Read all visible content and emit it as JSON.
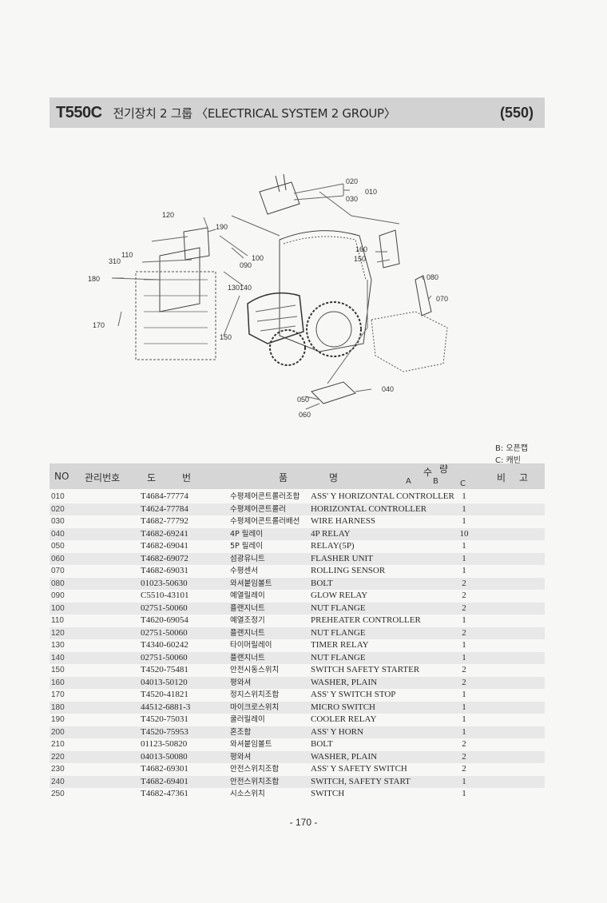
{
  "header": {
    "model": "T550C",
    "title": "전기장치 2 그룹  〈ELECTRICAL SYSTEM 2 GROUP〉",
    "page_code": "(550)"
  },
  "diagram": {
    "callouts": [
      "020",
      "010",
      "030",
      "120",
      "190",
      "110",
      "100",
      "310",
      "090",
      "180",
      "130",
      "140",
      "160",
      "150",
      "080",
      "070",
      "170",
      "150",
      "040",
      "050",
      "060"
    ]
  },
  "legend": {
    "b": "B: 오픈캡",
    "c": "C: 캐빈"
  },
  "table": {
    "headers": {
      "no": "NO",
      "mgmt": "관리번호",
      "do": "도",
      "beon": "번",
      "pum": "품",
      "myeong": "명",
      "su": "수",
      "ryang": "량",
      "a": "A",
      "b": "B",
      "c": "C",
      "bi": "비",
      "go": "고"
    },
    "rows": [
      {
        "no": "010",
        "pn": "T4684-77774",
        "ko": "수평제어콘트롤러조합",
        "en": "ASS' Y HORIZONTAL CONTROLLER",
        "qty": "1"
      },
      {
        "no": "020",
        "pn": "T4624-77784",
        "ko": "수평제어콘트롤러",
        "en": "HORIZONTAL CONTROLLER",
        "qty": "1"
      },
      {
        "no": "030",
        "pn": "T4682-77792",
        "ko": "수평제어콘트롤러배선",
        "en": "WIRE HARNESS",
        "qty": "1"
      },
      {
        "no": "040",
        "pn": "T4682-69241",
        "ko": "4P 릴레이",
        "en": "4P RELAY",
        "qty": "10"
      },
      {
        "no": "050",
        "pn": "T4682-69041",
        "ko": "5P 릴레이",
        "en": "RELAY(5P)",
        "qty": "1"
      },
      {
        "no": "060",
        "pn": "T4682-69072",
        "ko": "섬광유니트",
        "en": "FLASHER UNIT",
        "qty": "1"
      },
      {
        "no": "070",
        "pn": "T4682-69031",
        "ko": "수평센서",
        "en": "ROLLING SENSOR",
        "qty": "1"
      },
      {
        "no": "080",
        "pn": "01023-50630",
        "ko": "와셔붙임볼트",
        "en": "BOLT",
        "qty": "2"
      },
      {
        "no": "090",
        "pn": "C5510-43101",
        "ko": "예열릴레이",
        "en": "GLOW RELAY",
        "qty": "2"
      },
      {
        "no": "100",
        "pn": "02751-50060",
        "ko": "플랜지너트",
        "en": "NUT FLANGE",
        "qty": "2"
      },
      {
        "no": "110",
        "pn": "T4620-69054",
        "ko": "예열조정기",
        "en": "PREHEATER CONTROLLER",
        "qty": "1"
      },
      {
        "no": "120",
        "pn": "02751-50060",
        "ko": "플랜지너트",
        "en": "NUT FLANGE",
        "qty": "2"
      },
      {
        "no": "130",
        "pn": "T4340-60242",
        "ko": "타이머릴레이",
        "en": "TIMER RELAY",
        "qty": "1"
      },
      {
        "no": "140",
        "pn": "02751-50060",
        "ko": "플랜지너트",
        "en": "NUT FLANGE",
        "qty": "1"
      },
      {
        "no": "150",
        "pn": "T4520-75481",
        "ko": "안전시동스위치",
        "en": "SWITCH SAFETY STARTER",
        "qty": "2"
      },
      {
        "no": "160",
        "pn": "04013-50120",
        "ko": "평와셔",
        "en": "WASHER, PLAIN",
        "qty": "2"
      },
      {
        "no": "170",
        "pn": "T4520-41821",
        "ko": "정지스위치조합",
        "en": "ASS' Y SWITCH STOP",
        "qty": "1"
      },
      {
        "no": "180",
        "pn": "44512-6881-3",
        "ko": "마이크로스위치",
        "en": "MICRO SWITCH",
        "qty": "1"
      },
      {
        "no": "190",
        "pn": "T4520-75031",
        "ko": "쿨러릴레이",
        "en": "COOLER RELAY",
        "qty": "1"
      },
      {
        "no": "200",
        "pn": "T4520-75953",
        "ko": "혼조합",
        "en": "ASS' Y HORN",
        "qty": "1"
      },
      {
        "no": "210",
        "pn": "01123-50820",
        "ko": "와셔붙임볼트",
        "en": "BOLT",
        "qty": "2"
      },
      {
        "no": "220",
        "pn": "04013-50080",
        "ko": "평와셔",
        "en": "WASHER, PLAIN",
        "qty": "2"
      },
      {
        "no": "230",
        "pn": "T4682-69301",
        "ko": "안전스위치조합",
        "en": "ASS' Y SAFETY SWITCH",
        "qty": "2"
      },
      {
        "no": "240",
        "pn": "T4682-69401",
        "ko": "안전스위치조합",
        "en": "SWITCH, SAFETY START",
        "qty": "1"
      },
      {
        "no": "250",
        "pn": "T4682-47361",
        "ko": "시소스위치",
        "en": "SWITCH",
        "qty": "1"
      }
    ]
  },
  "footer": {
    "page_number": "- 170 -"
  }
}
